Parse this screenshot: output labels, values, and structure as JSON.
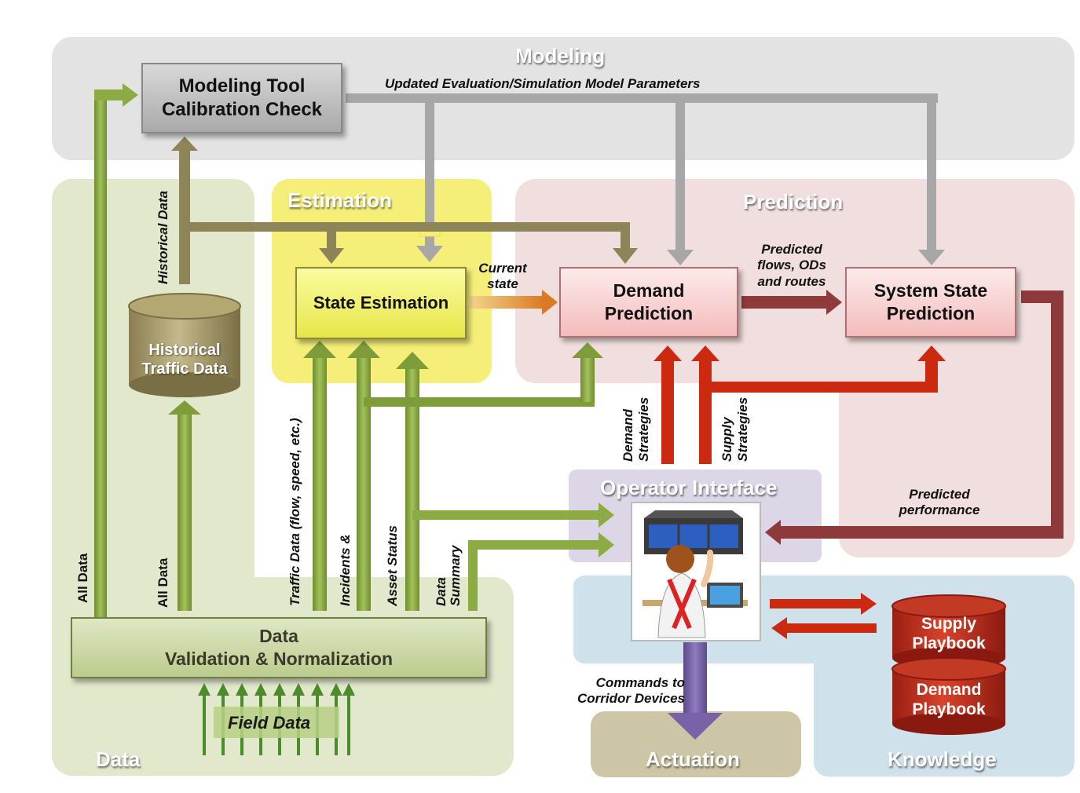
{
  "regions": {
    "modeling": "Modeling",
    "estimation": "Estimation",
    "prediction": "Prediction",
    "data": "Data",
    "operator_interface": "Operator Interface",
    "actuation": "Actuation",
    "knowledge": "Knowledge"
  },
  "boxes": {
    "calibration": "Modeling Tool Calibration Check",
    "state_estimation": "State Estimation",
    "demand_prediction": "Demand Prediction",
    "system_state_prediction": "System State Prediction",
    "historical_traffic_data": "Historical Traffic Data",
    "data_validation_line1": "Data",
    "data_validation_line2": "Validation & Normalization",
    "field_data": "Field Data",
    "supply_playbook": "Supply Playbook",
    "demand_playbook": "Demand Playbook"
  },
  "labels": {
    "updated_params": "Updated Evaluation/Simulation Model Parameters",
    "current_state": "Current state",
    "predicted_flows": "Predicted flows, ODs and routes",
    "predicted_performance": "Predicted performance",
    "commands": "Commands to Corridor Devices",
    "historical_data": "Historical Data",
    "all_data_1": "All Data",
    "all_data_2": "All Data",
    "traffic_data": "Traffic Data (flow, speed, etc.)",
    "incidents": "Incidents &",
    "asset_status": "Asset Status",
    "data_summary_1": "Data",
    "data_summary_2": "Summary",
    "demand_strategies_1": "Demand",
    "demand_strategies_2": "Strategies",
    "supply_strategies_1": "Supply",
    "supply_strategies_2": "Strategies"
  },
  "colors": {
    "modeling_bg": "#e3e3e3",
    "data_bg": "#e2e8cc",
    "estimation_bg": "#f5ee78",
    "prediction_bg": "#f1dede",
    "operator_bg": "#ddd6e6",
    "knowledge_bg": "#cfe1ea",
    "actuation_bg": "#cdc6a6",
    "green_arrow": "#7e9d3a",
    "gray_arrow": "#a7a7a7",
    "red_arrow": "#cc2a10",
    "maroon_arrow": "#8e3a3a",
    "purple_arrow": "#7a62a8"
  }
}
